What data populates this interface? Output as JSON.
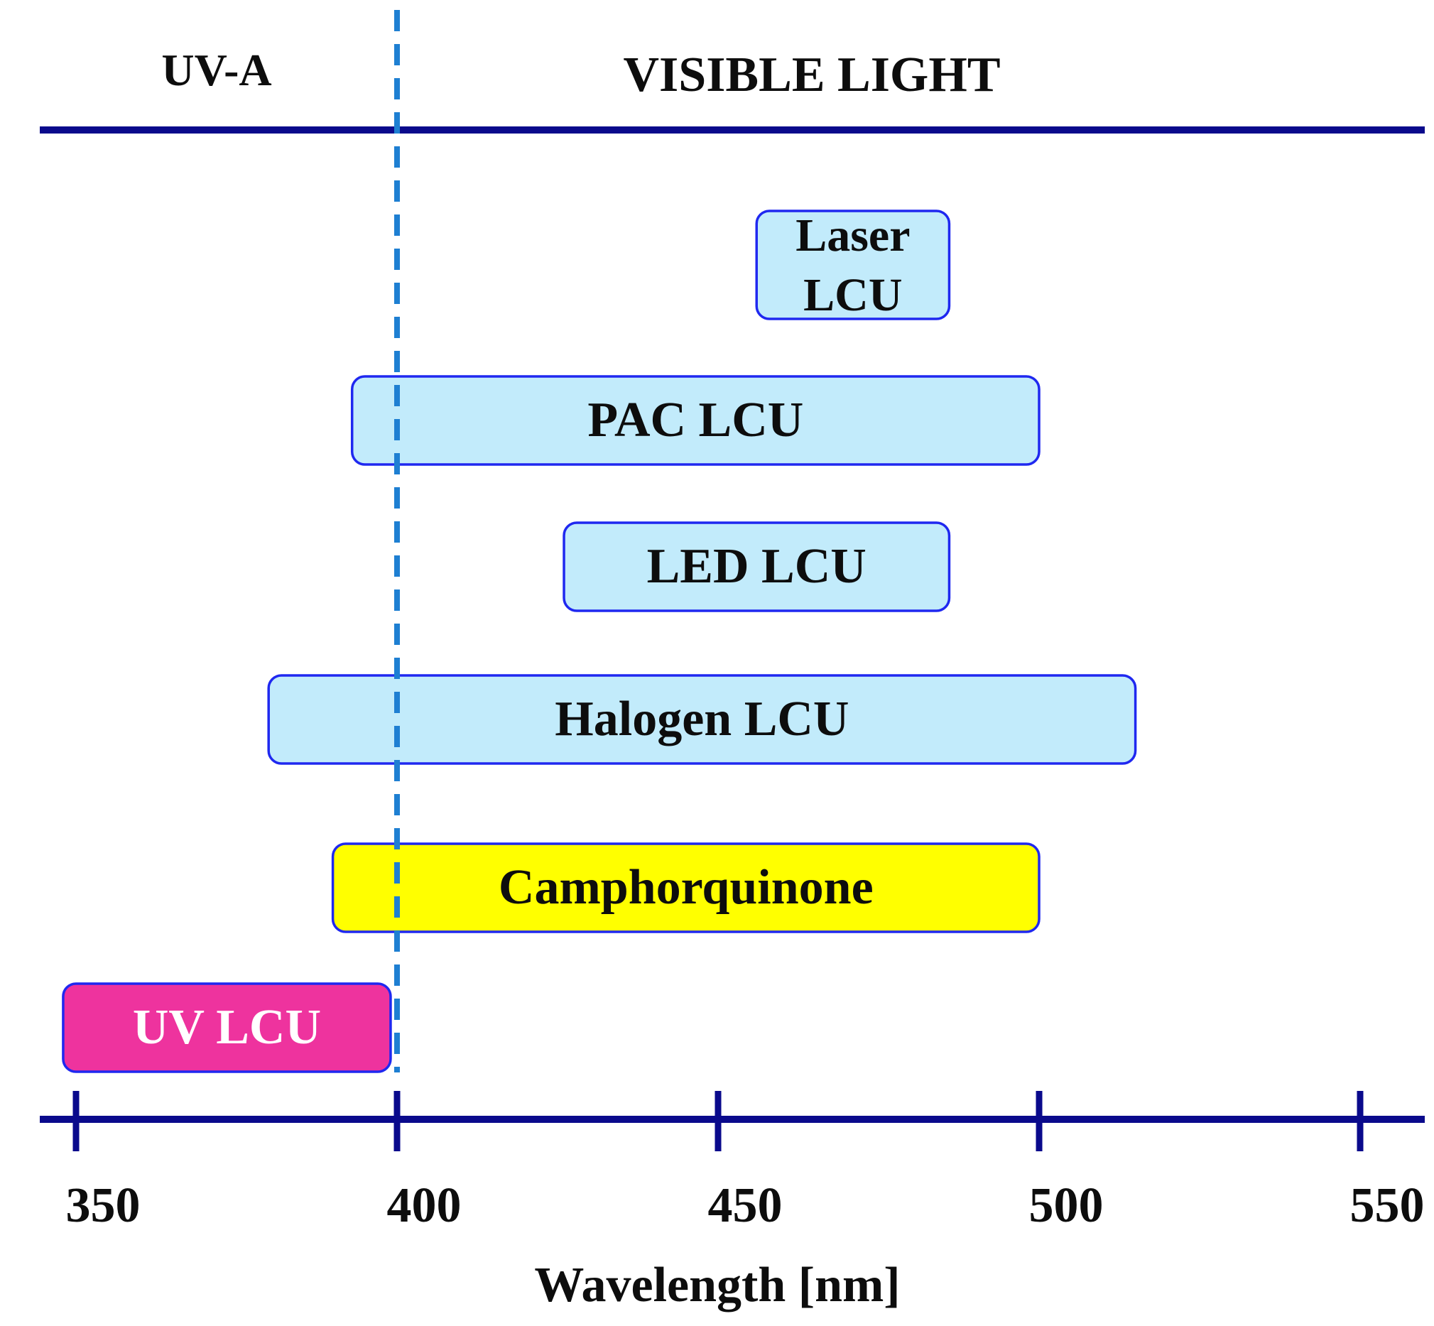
{
  "regions": {
    "left_label": "UV-A",
    "right_label": "VISIBLE LIGHT"
  },
  "x_axis": {
    "label": "Wavelength [nm]",
    "min": 340,
    "max": 560,
    "ticks": [
      350,
      400,
      450,
      500,
      550
    ]
  },
  "boundary_nm": 400,
  "bands": [
    {
      "id": "laser-lcu",
      "lines": [
        "Laser",
        "LCU"
      ],
      "start": 456,
      "end": 486,
      "fill": "#c2ebfb",
      "text_color": "#0d0d0d"
    },
    {
      "id": "pac-lcu",
      "lines": [
        "PAC LCU"
      ],
      "start": 393,
      "end": 500,
      "fill": "#c2ebfb",
      "text_color": "#0d0d0d"
    },
    {
      "id": "led-lcu",
      "lines": [
        "LED LCU"
      ],
      "start": 426,
      "end": 486,
      "fill": "#c2ebfb",
      "text_color": "#0d0d0d"
    },
    {
      "id": "halogen-lcu",
      "lines": [
        "Halogen LCU"
      ],
      "start": 380,
      "end": 515,
      "fill": "#c2ebfb",
      "text_color": "#0d0d0d"
    },
    {
      "id": "camphorquinone",
      "lines": [
        "Camphorquinone"
      ],
      "start": 390,
      "end": 500,
      "fill": "#ffff00",
      "text_color": "#0d0d0d"
    },
    {
      "id": "uv-lcu",
      "lines": [
        "UV LCU"
      ],
      "start": 348,
      "end": 399,
      "fill": "#ee339e",
      "text_color": "#ffffff"
    }
  ],
  "colors": {
    "axis": "#0a0a8c",
    "band_border": "#1f28f0",
    "boundary_line": "#1e7fd2",
    "text": "#0d0d0d"
  }
}
